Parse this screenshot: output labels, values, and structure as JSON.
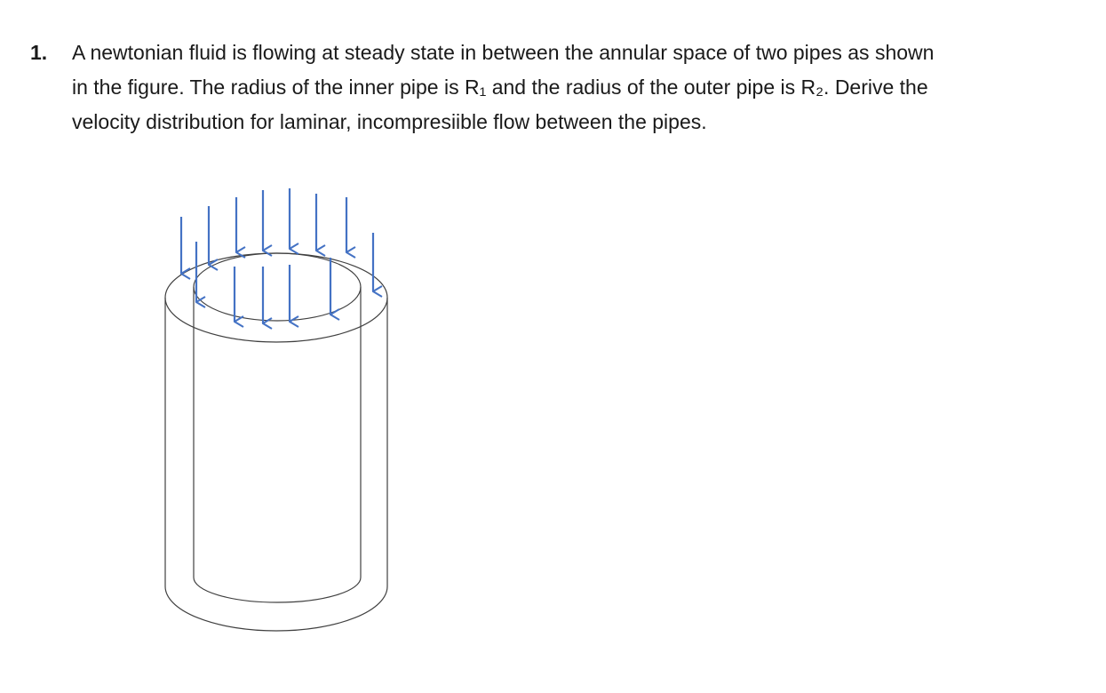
{
  "problem": {
    "number": "1.",
    "lines": [
      "A newtonian fluid is flowing at steady state in between the annular space of two pipes as shown",
      "in the figure. The radius of the inner pipe is R₁ and the radius of the outer pipe is R₂. Derive the",
      "velocity distribution for laminar, incompresiible flow between the pipes."
    ]
  },
  "figure": {
    "arrow_color": "#4472c4",
    "outline_color": "#404040"
  }
}
